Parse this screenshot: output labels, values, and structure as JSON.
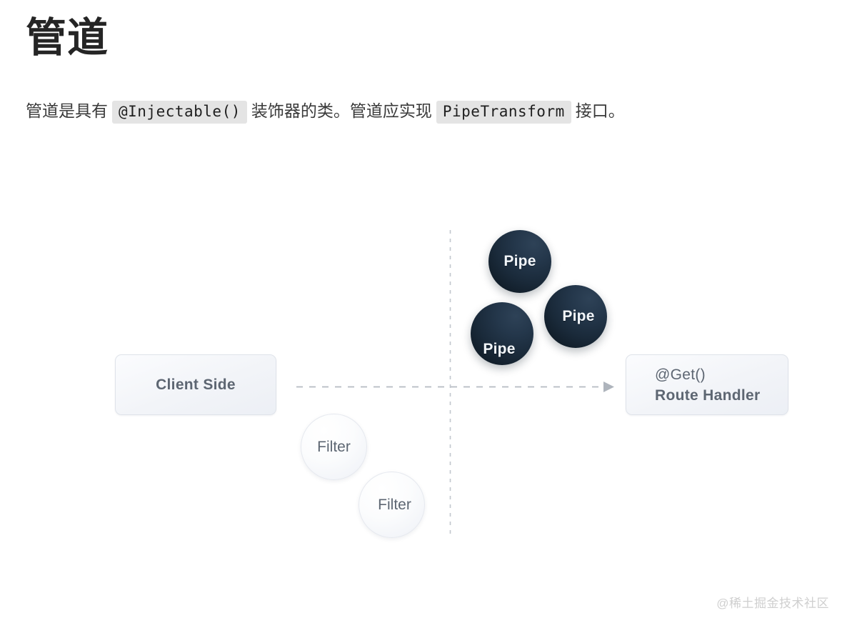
{
  "article": {
    "title": "管道",
    "paragraph": {
      "segment_1": "管道是具有",
      "code_1": "@Injectable()",
      "segment_2": "装饰器的类。管道应实现",
      "code_2": "PipeTransform",
      "segment_3": "接口。"
    }
  },
  "diagram": {
    "boxes": [
      {
        "id": "client-side",
        "label": "Client Side"
      },
      {
        "id": "route-handler",
        "line1": "@Get()",
        "line2": "Route Handler"
      }
    ],
    "pipes": [
      {
        "label": "Pipe"
      },
      {
        "label": "Pipe"
      },
      {
        "label": "Pipe"
      }
    ],
    "filters": [
      {
        "label": "Filter"
      },
      {
        "label": "Filter"
      }
    ],
    "flow_arrow": {
      "name": "request-flow-arrow",
      "direction": "left-to-right",
      "style": "dashed"
    },
    "divider": {
      "name": "vertical-dashed-divider",
      "style": "dashed"
    },
    "colors": {
      "pipe_fill_dark": "#16252f",
      "pipe_fill_light": "#2e4257",
      "pipe_text": "#f2f6fa",
      "filter_fill": "#f5f7fa",
      "filter_text": "#5d6672",
      "box_fill": "#f2f4f8",
      "box_border": "#dfe3ea",
      "box_text": "#5d6672",
      "dash_line": "#b9bec6",
      "code_background": "#e4e4e4",
      "body_text": "#3a3a3a",
      "title_text": "#252525"
    }
  },
  "watermark": {
    "text": "@稀土掘金技术社区"
  }
}
